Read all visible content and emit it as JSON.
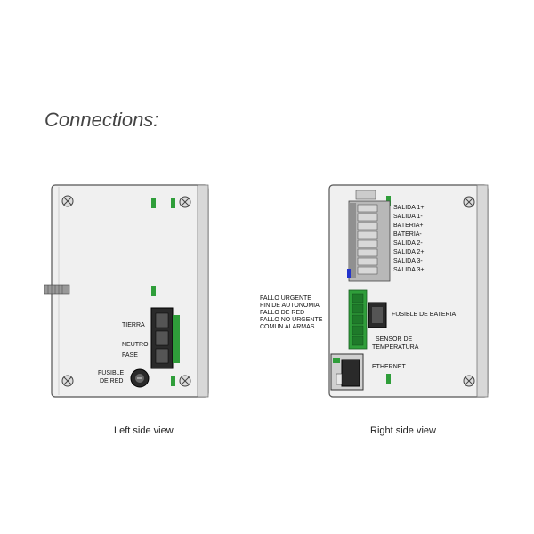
{
  "title": "Connections:",
  "left_view": {
    "caption": "Left side view",
    "labels": {
      "tierra": "TIERRA",
      "neutro": "NEUTRO",
      "fase": "FASE",
      "fusible_line1": "FUSIBLE",
      "fusible_line2": "DE RED"
    }
  },
  "right_view": {
    "caption": "Right side view",
    "outputs": [
      "SALIDA 1+",
      "SALIDA 1-",
      "BATERIA+",
      "BATERIA-",
      "SALIDA 2-",
      "SALIDA 2+",
      "SALIDA 3-",
      "SALIDA 3+"
    ],
    "alarms": [
      "FALLO URGENTE",
      "FIN DE AUTONOMIA",
      "FALLO DE RED",
      "FALLO NO URGENTE",
      "COMUN ALARMAS"
    ],
    "fusible_bateria": "FUSIBLE DE BATERIA",
    "sensor_line1": "SENSOR  DE",
    "sensor_line2": "TEMPERATURA",
    "ethernet": "ETHERNET"
  },
  "colors": {
    "panel": "#e4e4e4",
    "panel_edge": "#555555",
    "green": "#2f9e3a",
    "blue": "#2233cc"
  }
}
